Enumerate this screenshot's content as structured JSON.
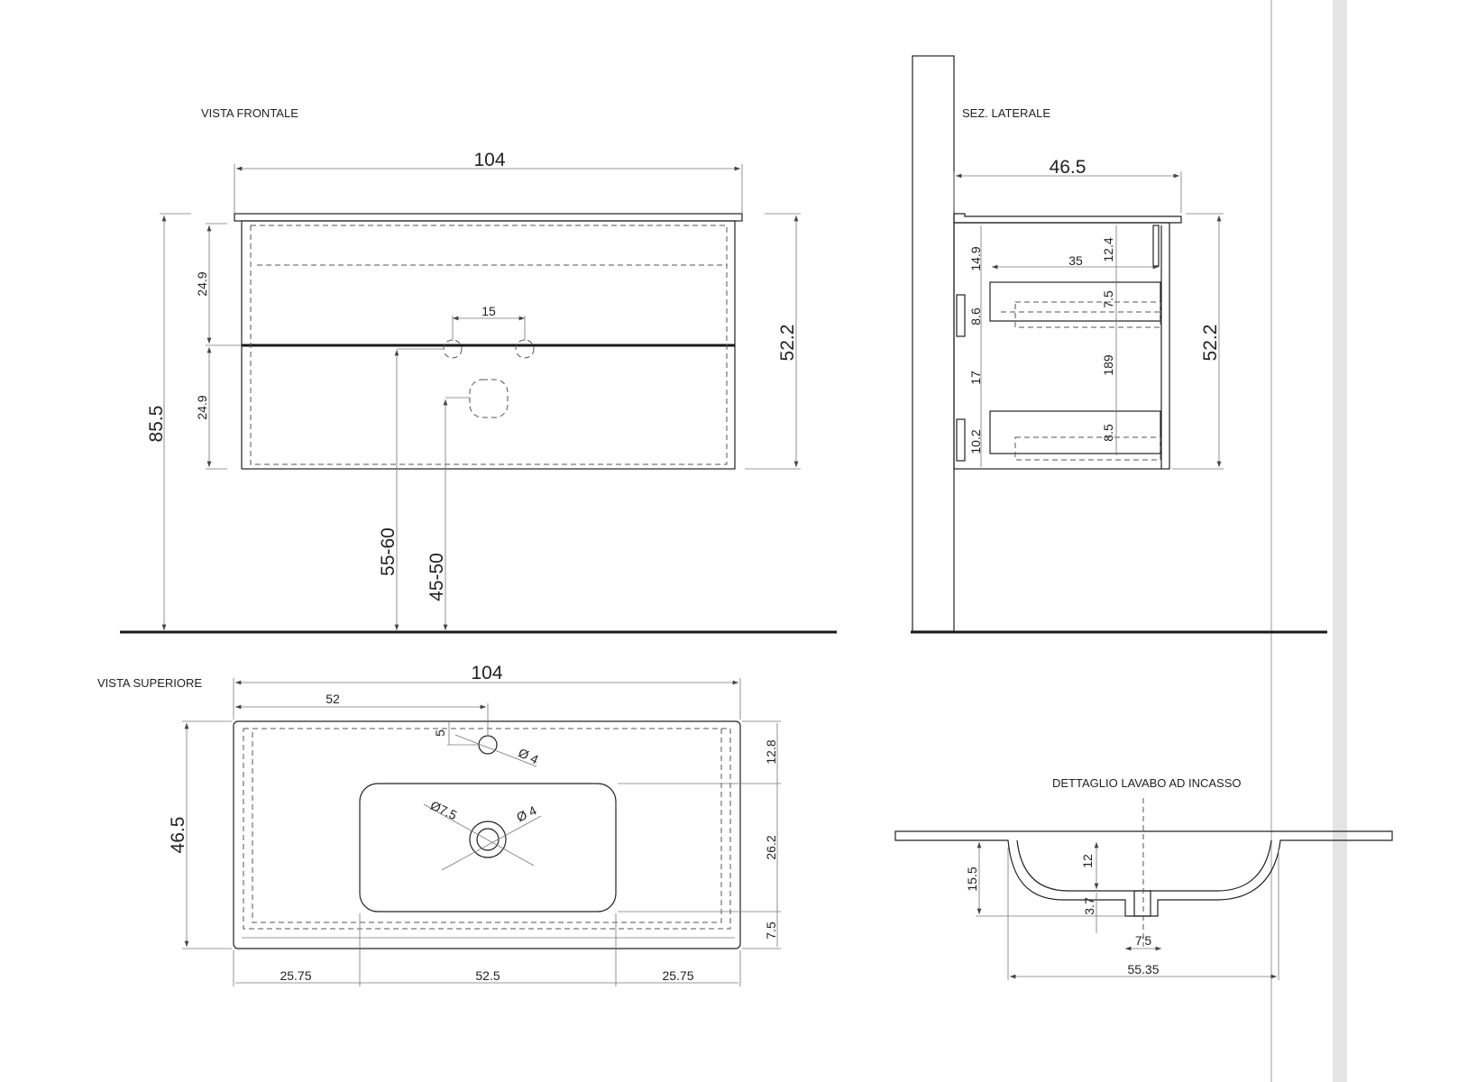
{
  "views": {
    "front": {
      "title": "VISTA FRONTALE",
      "width": "104",
      "total_height": "85.5",
      "drawer_top": "24.9",
      "drawer_bottom": "24.9",
      "tap_spacing": "15",
      "cabinet_height": "52.2",
      "tap_height": "55-60",
      "drain_height": "45-50"
    },
    "side": {
      "title": "SEZ. LATERALE",
      "depth": "46.5",
      "cabinet_height": "52.2",
      "d_14_9": "14.9",
      "d_8_6": "8.6",
      "d_17": "17",
      "d_10_2": "10.2",
      "d_35": "35",
      "d_12_4": "12.4",
      "d_7_5": "7.5",
      "d_189": "189",
      "d_8_5": "8.5"
    },
    "top": {
      "title": "VISTA SUPERIORE",
      "width": "104",
      "half": "52",
      "tap_offset": "5",
      "tap_diameter": "Ø 4",
      "drain_outer": "Ø7.5",
      "drain_inner": "Ø 4",
      "depth": "46.5",
      "d_12_8": "12.8",
      "d_26_2": "26.2",
      "d_7_5": "7.5",
      "left": "25.75",
      "basin": "52.5",
      "right": "25.75"
    },
    "detail": {
      "title": "DETTAGLIO LAVABO AD INCASSO",
      "depth": "15.5",
      "bowl": "12",
      "thickness": "3.7",
      "drain": "7'5",
      "width": "55.35"
    }
  }
}
